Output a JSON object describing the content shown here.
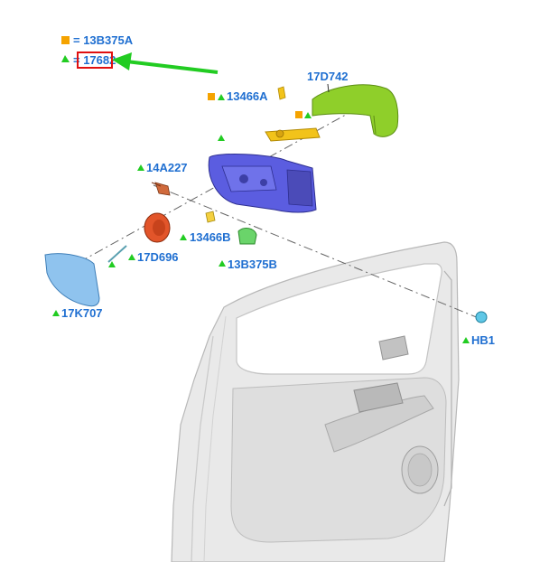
{
  "colors": {
    "label_text": "#1f6fd1",
    "orange_square": "#f5a300",
    "green_triangle": "#22cc22",
    "arrow": "#22cc22",
    "highlight_box": "#e01010"
  },
  "legend": [
    {
      "marker": "orange-square",
      "text": "= 13B375A"
    },
    {
      "marker": "green-triangle",
      "text": "= 17682"
    }
  ],
  "callouts": {
    "c17d742": "17D742",
    "c13466a": "13466A",
    "c14a227": "14A227",
    "c13466b": "13466B",
    "c17d696": "17D696",
    "c13b375b": "13B375B",
    "c17k707": "17K707",
    "chb1": "HB1"
  },
  "parts": [
    {
      "name": "mirror-cover",
      "color_name": "green",
      "color": "#8fcf2a"
    },
    {
      "name": "mirror-bracket",
      "color_name": "yellow",
      "color": "#f2c31a"
    },
    {
      "name": "mirror-housing",
      "color_name": "blue",
      "color": "#5b5de0"
    },
    {
      "name": "mirror-actuator",
      "color_name": "orange-red",
      "color": "#e2552a"
    },
    {
      "name": "mirror-glass",
      "color_name": "light-blue",
      "color": "#8fc3ee"
    },
    {
      "name": "mounting-clip",
      "color_name": "green",
      "color": "#6ad46a"
    },
    {
      "name": "door-panel",
      "color_name": "light-gray",
      "color": "#e6e6e6"
    }
  ]
}
